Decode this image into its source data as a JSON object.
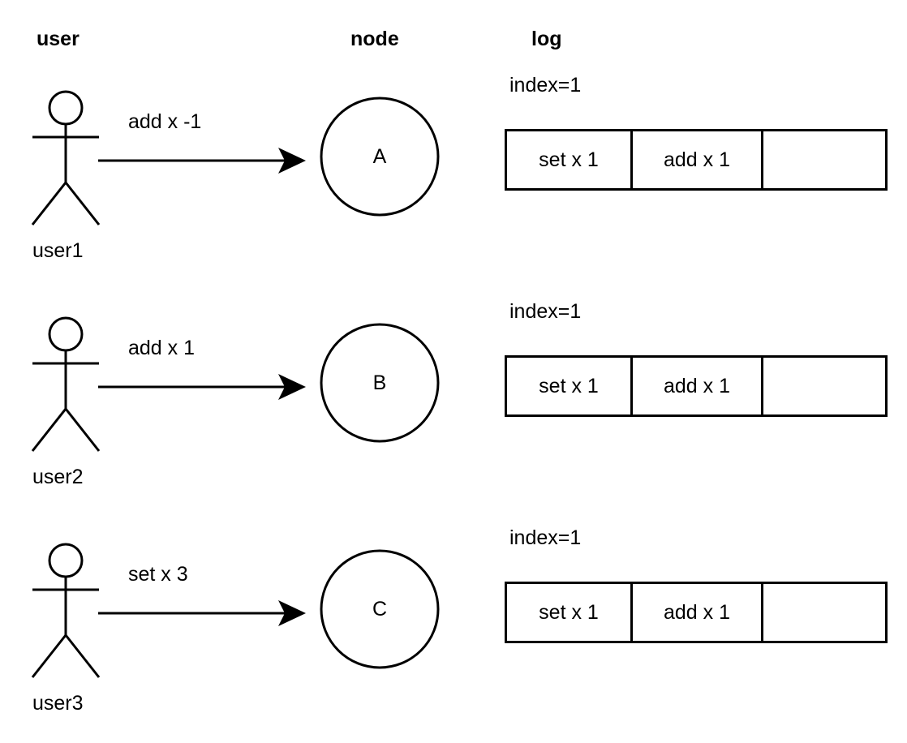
{
  "diagram": {
    "type": "sequence-interaction-diagram",
    "background_color": "#ffffff",
    "stroke_color": "#000000",
    "headers": {
      "user": "user",
      "node": "node",
      "log": "log"
    },
    "log_columns": [
      "entry-0",
      "entry-1",
      "entry-2"
    ],
    "rows": [
      {
        "actor_name": "user1",
        "actor_icon": "stick-figure-icon",
        "message": "add x -1",
        "arrow_icon": "arrow-right-icon",
        "node_label": "A",
        "node_shape": "circle",
        "index_label": "index=1",
        "log_entries": [
          "set x 1",
          "add x 1",
          ""
        ]
      },
      {
        "actor_name": "user2",
        "actor_icon": "stick-figure-icon",
        "message": "add x 1",
        "arrow_icon": "arrow-right-icon",
        "node_label": "B",
        "node_shape": "circle",
        "index_label": "index=1",
        "log_entries": [
          "set x 1",
          "add x 1",
          ""
        ]
      },
      {
        "actor_name": "user3",
        "actor_icon": "stick-figure-icon",
        "message": "set x 3",
        "arrow_icon": "arrow-right-icon",
        "node_label": "C",
        "node_shape": "circle",
        "index_label": "index=1",
        "log_entries": [
          "set x 1",
          "add x 1",
          ""
        ]
      }
    ]
  }
}
